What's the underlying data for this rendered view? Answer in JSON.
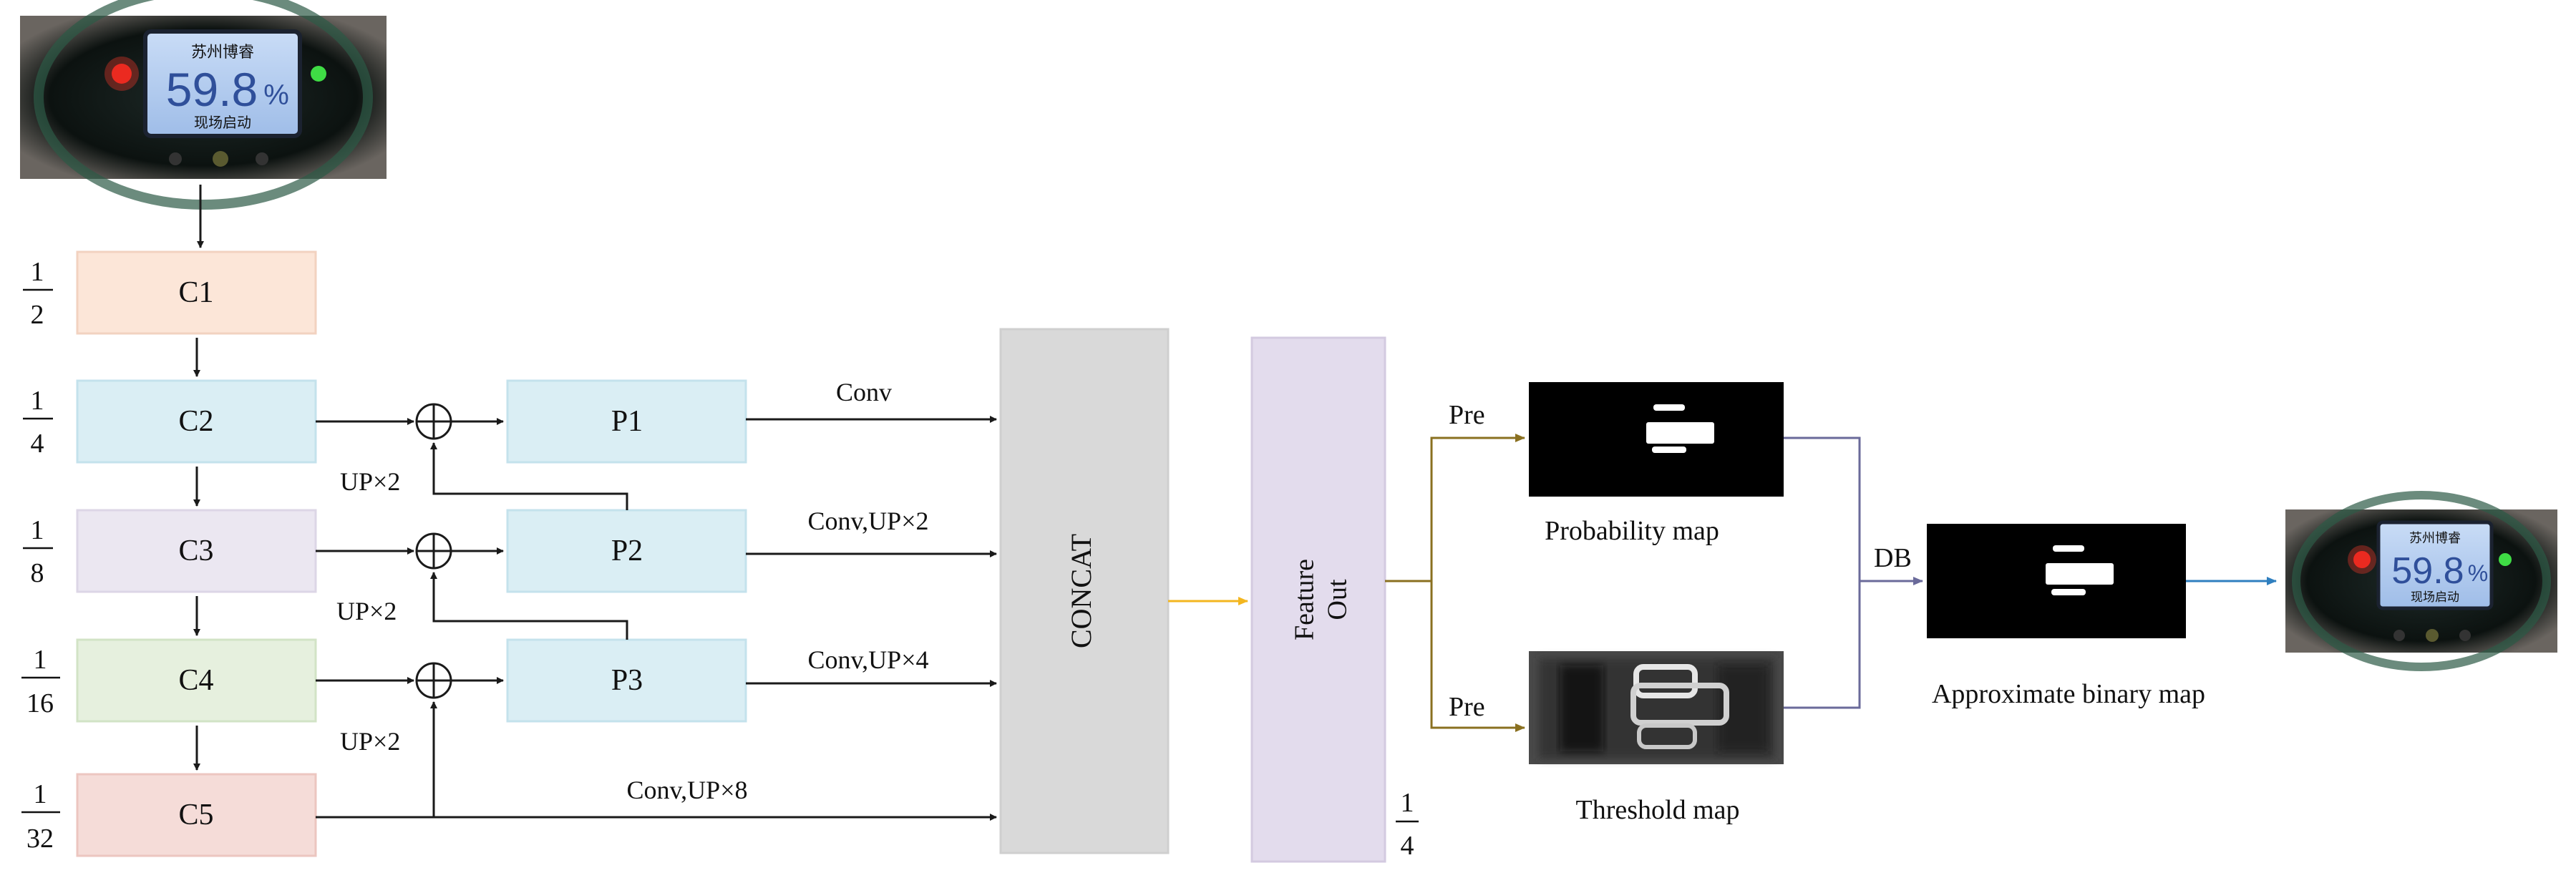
{
  "meter_display": {
    "brand_text": "苏州博睿",
    "reading": "59.8",
    "unit": "%",
    "mode_text": "现场启动"
  },
  "backbone": {
    "stages": [
      {
        "label": "C1",
        "scale_num": "1",
        "scale_den": "2",
        "color": "#fce6d8"
      },
      {
        "label": "C2",
        "scale_num": "1",
        "scale_den": "4",
        "color": "#daeef4"
      },
      {
        "label": "C3",
        "scale_num": "1",
        "scale_den": "8",
        "color": "#ebe7f1"
      },
      {
        "label": "C4",
        "scale_num": "1",
        "scale_den": "16",
        "color": "#e6f0de"
      },
      {
        "label": "C5",
        "scale_num": "1",
        "scale_den": "32",
        "color": "#f5dcd8"
      }
    ]
  },
  "pyramid": {
    "nodes": [
      {
        "label": "P1"
      },
      {
        "label": "P2"
      },
      {
        "label": "P3"
      }
    ],
    "color": "#daeef4",
    "up_labels": [
      "UP×2",
      "UP×2",
      "UP×2"
    ]
  },
  "branches": [
    "Conv",
    "Conv,UP×2",
    "Conv,UP×4",
    "Conv,UP×8"
  ],
  "concat": {
    "label": "CONCAT",
    "color": "#d9d9d9"
  },
  "feature_out": {
    "line1": "Feature",
    "line2": "Out",
    "scale_num": "1",
    "scale_den": "4",
    "color": "#e3dced"
  },
  "heads": {
    "pre_labels": [
      "Pre",
      "Pre"
    ],
    "probability_map": "Probability map",
    "threshold_map": "Threshold map",
    "db_label": "DB",
    "approximate_binary_map": "Approximate binary map"
  },
  "colors": {
    "arrow": "#1a1a1a",
    "concat_arrow": "#f3b61f",
    "pre_arrow": "#8a7020",
    "db_arrow": "#6a6a9a",
    "output_arrow": "#2f7fbf"
  }
}
